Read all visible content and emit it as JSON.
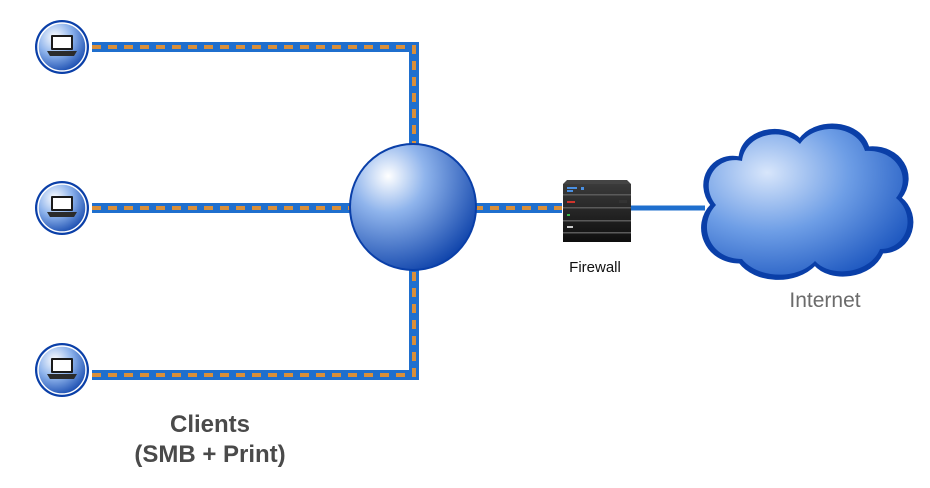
{
  "diagram": {
    "clients": {
      "label_line1": "Clients",
      "label_line2": "(SMB + Print)",
      "devices": [
        {
          "icon": "laptop-icon"
        },
        {
          "icon": "laptop-icon"
        },
        {
          "icon": "laptop-icon"
        }
      ]
    },
    "hub": {
      "icon": "switch-circle"
    },
    "firewall": {
      "label": "Firewall",
      "icon": "server-rack-icon"
    },
    "internet": {
      "label": "Internet",
      "icon": "cloud-icon"
    }
  },
  "colors": {
    "link_blue": "#1f6fce",
    "link_dash_orange": "#d98f3a",
    "node_blue_dark": "#0a3fa8",
    "node_blue_light": "#ffffff",
    "cloud_blue": "#1b5fc4",
    "server_dark": "#1a1a1a"
  }
}
